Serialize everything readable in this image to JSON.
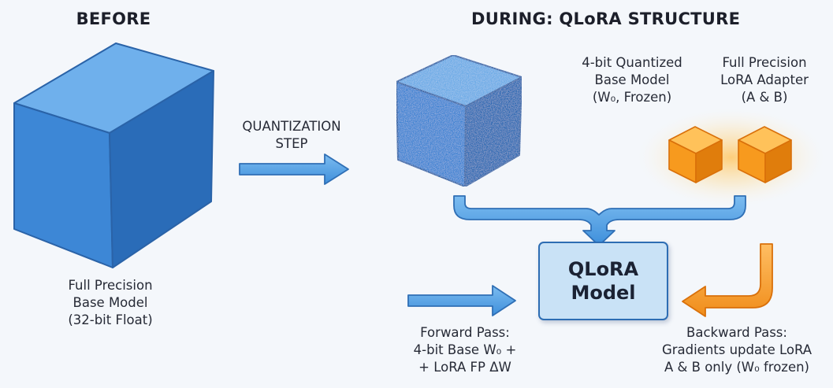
{
  "headings": {
    "before": "BEFORE",
    "during": "DURING: QLoRA STRUCTURE"
  },
  "labels": {
    "full_precision_base": [
      "Full Precision",
      "Base Model",
      "(32-bit Float)"
    ],
    "quantization_step": [
      "QUANTIZATION",
      "STEP"
    ],
    "quantized_base": [
      "4-bit Quantized",
      "Base Model",
      "(W₀, Frozen)"
    ],
    "lora_adapter": [
      "Full Precision",
      "LoRA Adapter",
      "(A & B)"
    ],
    "forward_pass": [
      "Forward Pass:",
      "4-bit Base W₀ +",
      "+ LoRA FP ΔW"
    ],
    "backward_pass": [
      "Backward Pass:",
      "Gradients update LoRA",
      "A & B only (W₀ frozen)"
    ]
  },
  "qlora_model": [
    "QLoRA",
    "Model"
  ],
  "colors": {
    "blue_cube_front": "#3d87d6",
    "blue_cube_top": "#6fb0ec",
    "blue_cube_side": "#2a6cb8",
    "orange_cube": "#f39a1e",
    "blue_arrow": "#4a9be0",
    "orange_arrow": "#f7a23c",
    "box_fill": "#c9e2f6",
    "box_border": "#2d6db3"
  }
}
